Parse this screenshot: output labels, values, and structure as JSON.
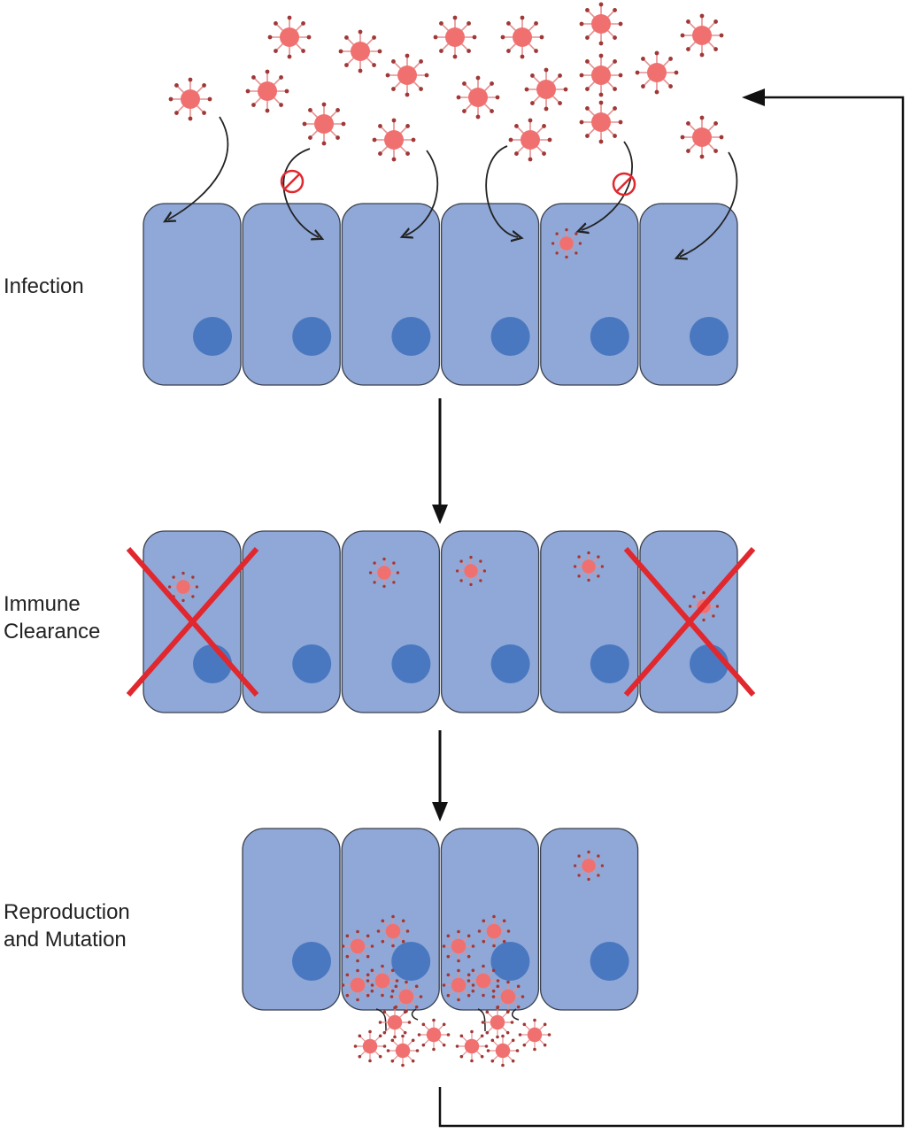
{
  "labels": {
    "infection": "Infection",
    "immune_line1": "Immune",
    "immune_line2": "Clearance",
    "repro_line1": "Reproduction",
    "repro_line2": "and Mutation"
  },
  "stages": [
    {
      "name": "Infection",
      "cells": 6,
      "blocked_entries": 2
    },
    {
      "name": "Immune Clearance",
      "cells": 6,
      "cleared_cells": 2
    },
    {
      "name": "Reproduction and Mutation",
      "cells": 4
    }
  ],
  "colors": {
    "cell_fill": "#8fa8d8",
    "cell_stroke": "#3a3f4a",
    "nucleus": "#4a78c0",
    "virus_core": "#f07070",
    "virus_spike": "#e59090",
    "virus_tip": "#a03838",
    "cross": "#e0282e",
    "arrow": "#111111"
  }
}
